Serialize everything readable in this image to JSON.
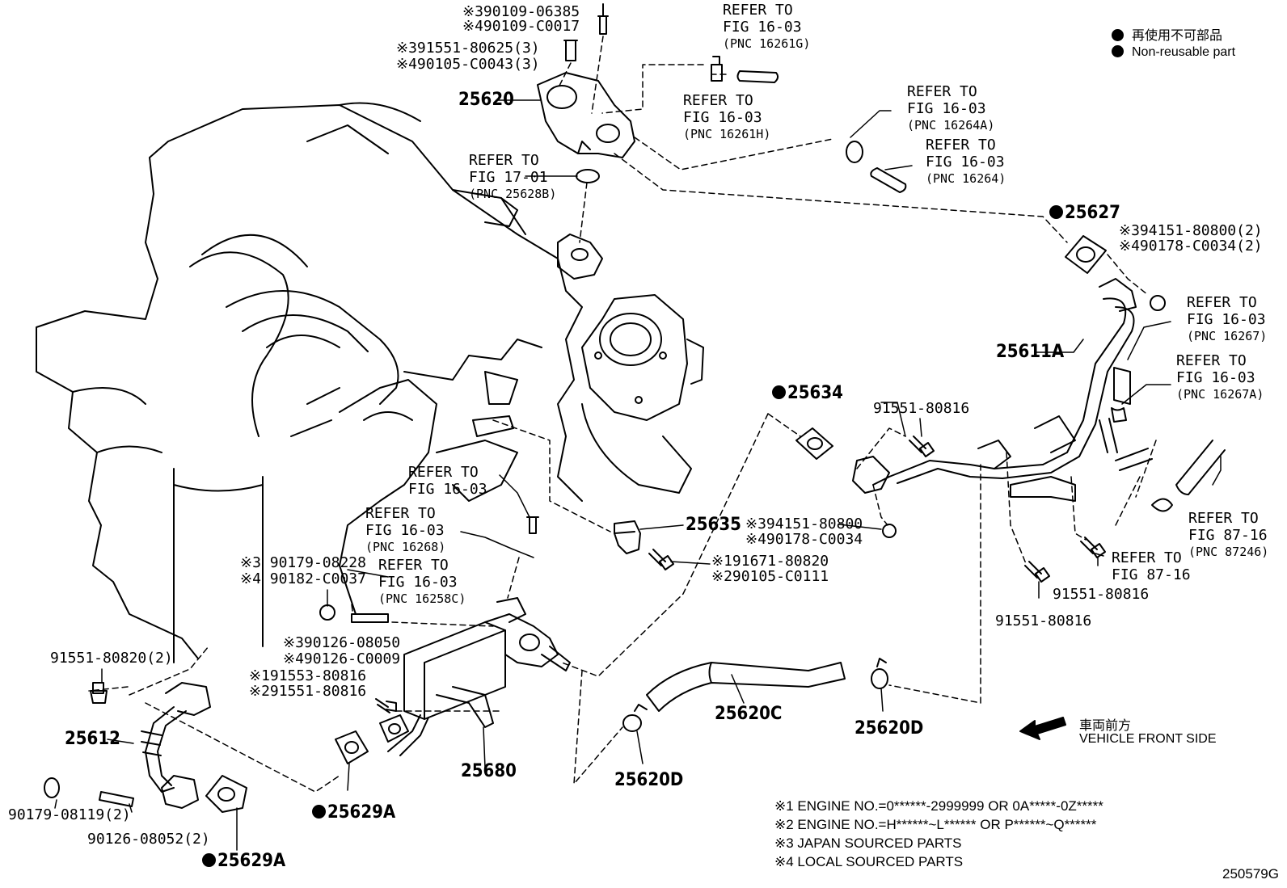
{
  "legend": {
    "non_reusable_jp": "再使用不可部品",
    "non_reusable_en": "Non-reusable part"
  },
  "direction": {
    "label_jp": "車両前方",
    "label_en": "VEHICLE FRONT SIDE"
  },
  "parts": {
    "p25620": "25620",
    "p25620c": "25620C",
    "p25620d_a": "25620D",
    "p25620d_b": "25620D",
    "p25627": "25627",
    "p25611a": "25611A",
    "p25634": "25634",
    "p25635": "25635",
    "p25612": "25612",
    "p25680": "25680",
    "p25629a_a": "25629A",
    "p25629a_b": "25629A"
  },
  "part_numbers": {
    "bolt_top_1": "※390109-06385",
    "bolt_top_2": "※490109-C0017",
    "bolt_25620_1": "※391551-80625(3)",
    "bolt_25620_2": "※490105-C0043(3)",
    "nut_25627_1": "※394151-80800(2)",
    "nut_25627_2": "※490178-C0034(2)",
    "bolt_25634": "91551-80816",
    "nut_mid_1": "※394151-80800",
    "nut_mid_2": "※490178-C0034",
    "bolt_25635_1": "※191671-80820",
    "bolt_25635_2": "※290105-C0111",
    "bolt_right_a": "91551-80816",
    "bolt_right_b": "91551-80816",
    "nut_left_1": "※3 90179-08228",
    "nut_left_2": "※4 90182-C0037",
    "stud_mid_1": "※390126-08050",
    "stud_mid_2": "※490126-C0009",
    "bolt_cooler_1": "※191553-80816",
    "bolt_cooler_2": "※291551-80816",
    "bolt_25612": "91551-80820(2)",
    "nut_bottom": "90179-08119(2)",
    "stud_bottom": "90126-08052(2)"
  },
  "refers": {
    "r16261g": {
      "line1": "REFER TO",
      "line2": "FIG 16-03",
      "pnc": "(PNC 16261G)"
    },
    "r16261h": {
      "line1": "REFER TO",
      "line2": "FIG 16-03",
      "pnc": "(PNC 16261H)"
    },
    "r16264a": {
      "line1": "REFER TO",
      "line2": "FIG 16-03",
      "pnc": "(PNC 16264A)"
    },
    "r16264": {
      "line1": "REFER TO",
      "line2": "FIG 16-03",
      "pnc": "(PNC 16264)"
    },
    "r25628b": {
      "line1": "REFER TO",
      "line2": "FIG 17-01",
      "pnc": "(PNC 25628B)"
    },
    "r16267": {
      "line1": "REFER TO",
      "line2": "FIG 16-03",
      "pnc": "(PNC 16267)"
    },
    "r16267a": {
      "line1": "REFER TO",
      "line2": "FIG 16-03",
      "pnc": "(PNC 16267A)"
    },
    "r87246": {
      "line1": "REFER TO",
      "line2": "FIG 87-16",
      "pnc": "(PNC 87246)"
    },
    "r8716": {
      "line1": "REFER TO",
      "line2": "FIG 87-16"
    },
    "r1603_mid": {
      "line1": "REFER TO",
      "line2": "FIG 16-03"
    },
    "r16268": {
      "line1": "REFER TO",
      "line2": "FIG 16-03",
      "pnc": "(PNC 16268)"
    },
    "r16258c": {
      "line1": "REFER TO",
      "line2": "FIG 16-03",
      "pnc": "(PNC 16258C)"
    }
  },
  "notes": [
    "※1 ENGINE NO.=0******-2999999 OR 0A*****-0Z*****",
    "※2 ENGINE NO.=H******~L****** OR P******~Q******",
    "※3 JAPAN SOURCED PARTS",
    "※4 LOCAL SOURCED PARTS"
  ],
  "figure_id": "250579G"
}
